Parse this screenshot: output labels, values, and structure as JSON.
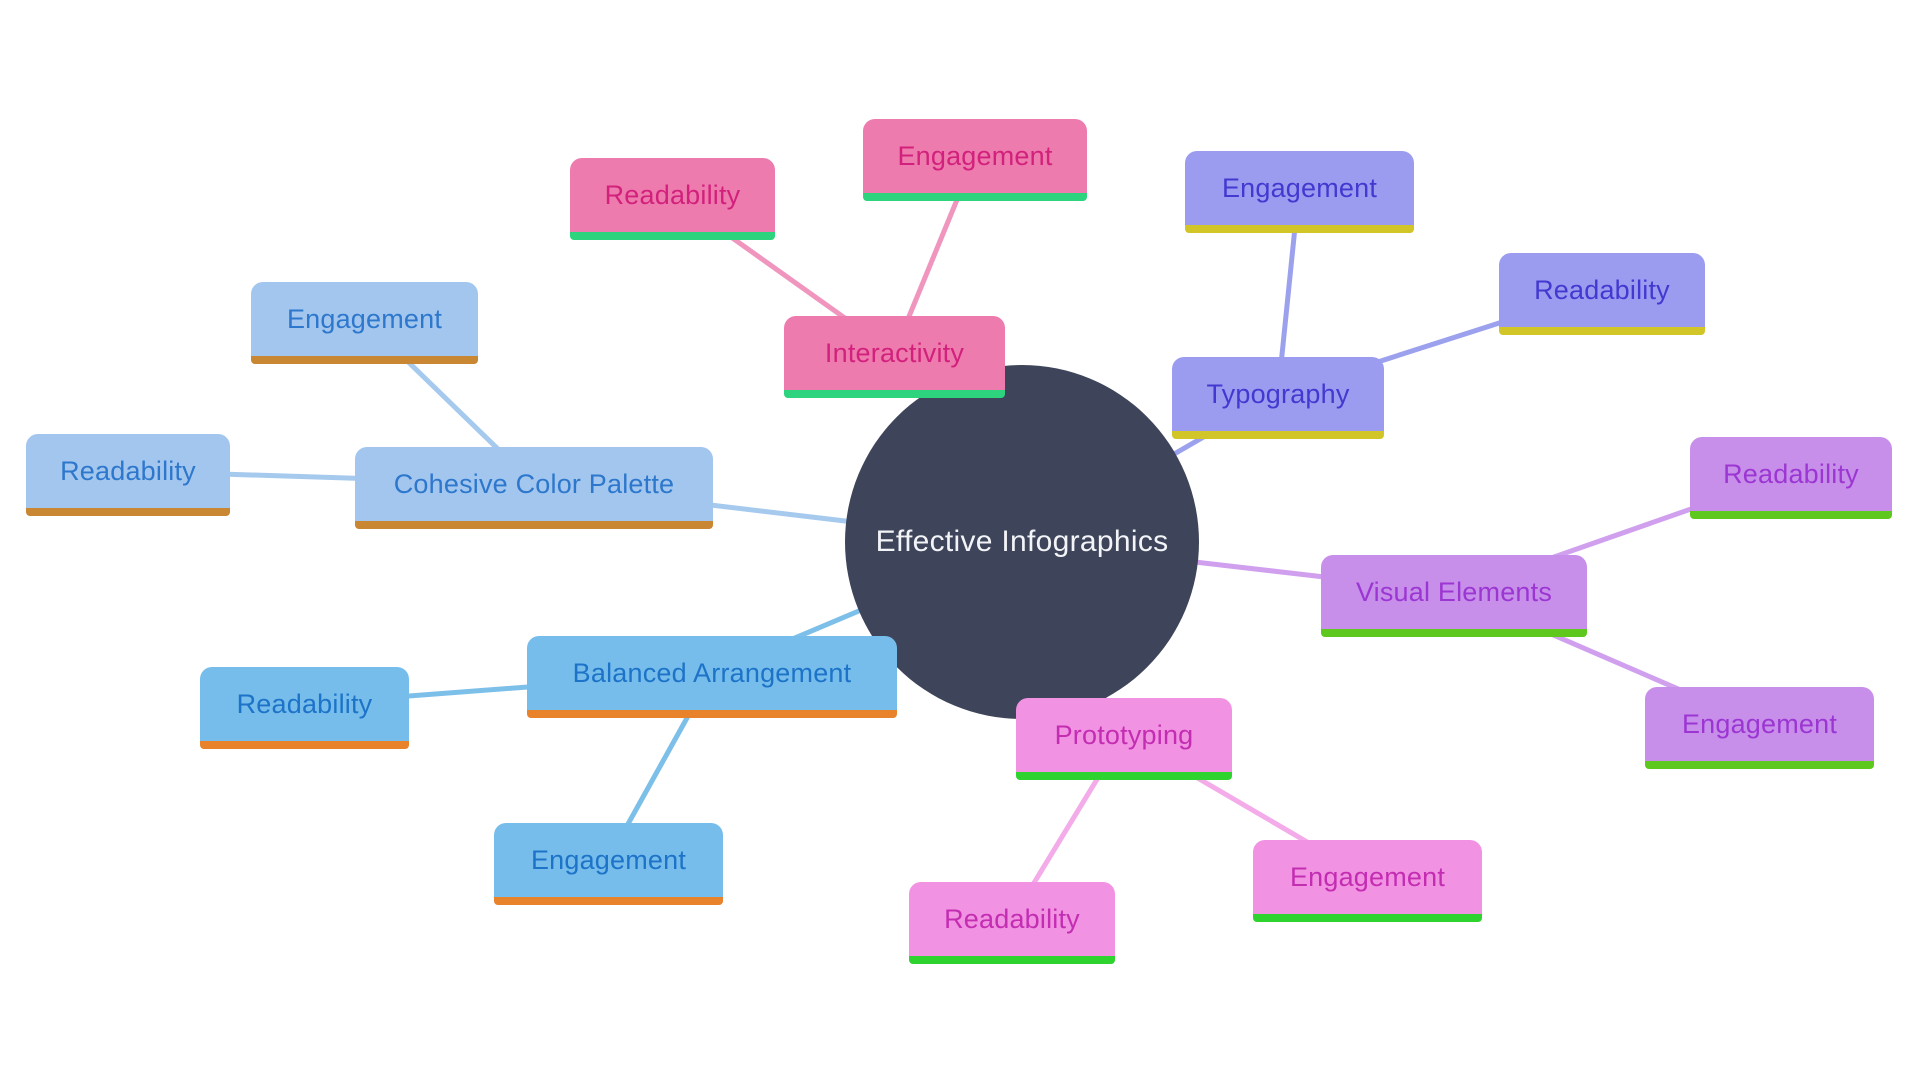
{
  "canvas": {
    "background": "#ffffff"
  },
  "root": {
    "label": "Effective Infographics",
    "fill": "#3e4459",
    "text_color": "#f3f4f8"
  },
  "branches": [
    {
      "label": "Interactivity",
      "colors": {
        "fill": "#ee7bad",
        "text": "#d2217c",
        "underline": "#2ed47d",
        "line": "#f095bd"
      },
      "children": [
        {
          "label": "Readability"
        },
        {
          "label": "Engagement"
        }
      ]
    },
    {
      "label": "Typography",
      "colors": {
        "fill": "#9b9cf0",
        "text": "#4338d0",
        "underline": "#d1c528",
        "line": "#9ca1ee"
      },
      "children": [
        {
          "label": "Engagement"
        },
        {
          "label": "Readability"
        }
      ]
    },
    {
      "label": "Visual Elements",
      "colors": {
        "fill": "#c78fea",
        "text": "#9c36d2",
        "underline": "#5ec81f",
        "line": "#d0a0ee"
      },
      "children": [
        {
          "label": "Readability"
        },
        {
          "label": "Engagement"
        }
      ]
    },
    {
      "label": "Prototyping",
      "colors": {
        "fill": "#f192e2",
        "text": "#c32db2",
        "underline": "#2fd32f",
        "line": "#f4abe9"
      },
      "children": [
        {
          "label": "Readability"
        },
        {
          "label": "Engagement"
        }
      ]
    },
    {
      "label": "Balanced Arrangement",
      "colors": {
        "fill": "#76bdec",
        "text": "#1d73c7",
        "underline": "#e8822b",
        "line": "#7cbfe9"
      },
      "children": [
        {
          "label": "Readability"
        },
        {
          "label": "Engagement"
        }
      ]
    },
    {
      "label": "Cohesive Color Palette",
      "colors": {
        "fill": "#a2c6ee",
        "text": "#2d77cc",
        "underline": "#c98733",
        "line": "#a6c9ee"
      },
      "children": [
        {
          "label": "Engagement"
        },
        {
          "label": "Readability"
        }
      ]
    }
  ]
}
